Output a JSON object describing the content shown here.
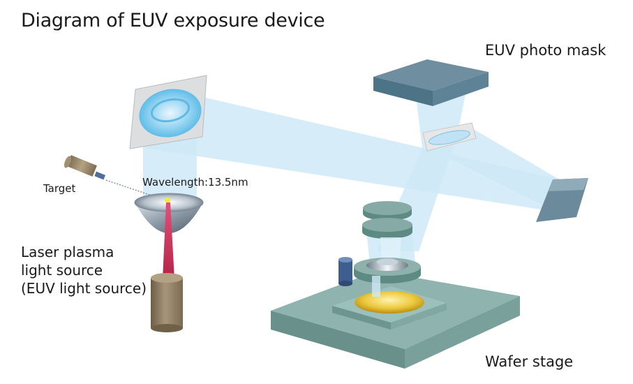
{
  "title": "Diagram of EUV exposure device",
  "labels": {
    "photo_mask": "EUV photo mask",
    "target": "Target",
    "wavelength": "Wavelength:13.5nm",
    "light_source": [
      "Laser plasma",
      "light source",
      "(EUV light source)"
    ],
    "wafer_stage": "Wafer stage"
  },
  "colors": {
    "beam": "#cfe9f7",
    "mask": "#5c8396",
    "stage": "#7fa8a3",
    "laser": "#c8325a",
    "wafer": "#e6c53a",
    "housing": "#8d7a5c"
  }
}
